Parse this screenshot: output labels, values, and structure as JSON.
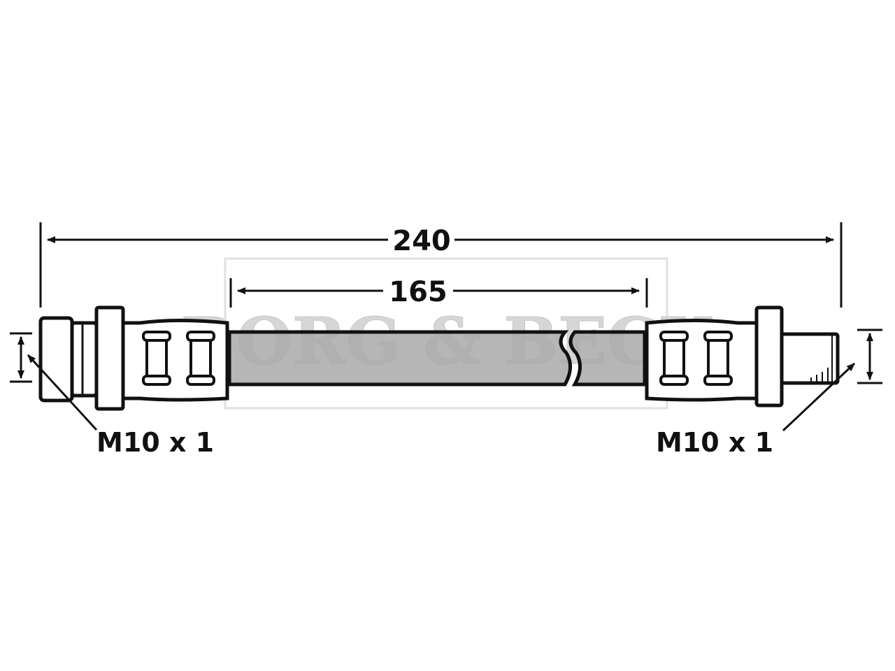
{
  "dimensions": {
    "overall_length": "240",
    "hose_length": "165"
  },
  "threads": {
    "left": "M10 x 1",
    "right": "M10 x 1"
  },
  "watermark": {
    "brand": "BORG & BECK"
  },
  "colors": {
    "ink": "#111111",
    "hose_fill": "#a9a9a9",
    "watermark": "#d2d2d2"
  }
}
